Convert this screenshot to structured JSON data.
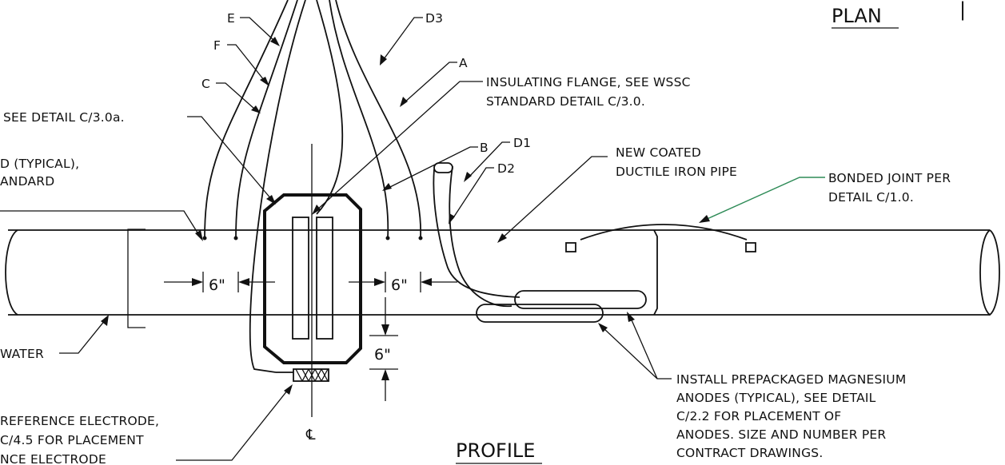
{
  "titles": {
    "plan": "PLAN",
    "plan_mark": "|",
    "profile": "PROFILE",
    "centerline": "℄"
  },
  "wire_labels": {
    "e": "E",
    "f": "F",
    "c": "C",
    "d3": "D3",
    "a": "A",
    "b": "B",
    "d1": "D1",
    "d2": "D2"
  },
  "callouts": {
    "see_detail": "SEE DETAIL C/3.0a.",
    "insulating_flange_1": "INSULATING FLANGE, SEE WSSC",
    "insulating_flange_2": "STANDARD DETAIL C/3.0.",
    "typical_1": "D (TYPICAL),",
    "typical_2": "ANDARD",
    "new_pipe_1": "NEW COATED",
    "new_pipe_2": "DUCTILE IRON PIPE",
    "bonded_1": "BONDED JOINT PER",
    "bonded_2": "DETAIL C/1.0.",
    "water": "WATER",
    "anodes_1": "INSTALL PREPACKAGED MAGNESIUM",
    "anodes_2": "ANODES (TYPICAL), SEE DETAIL",
    "anodes_3": "C/2.2 FOR PLACEMENT OF",
    "anodes_4": "ANODES. SIZE AND NUMBER PER",
    "anodes_5": "CONTRACT DRAWINGS.",
    "ref_1": "REFERENCE ELECTRODE,",
    "ref_2": "C/4.5 FOR PLACEMENT",
    "ref_3": "NCE ELECTRODE"
  },
  "dimensions": {
    "left_gap": "6\"",
    "right_gap": "6\"",
    "vertical_gap": "6\""
  },
  "colors": {
    "ink": "#111111",
    "leader_accent": "#2e8b57"
  }
}
